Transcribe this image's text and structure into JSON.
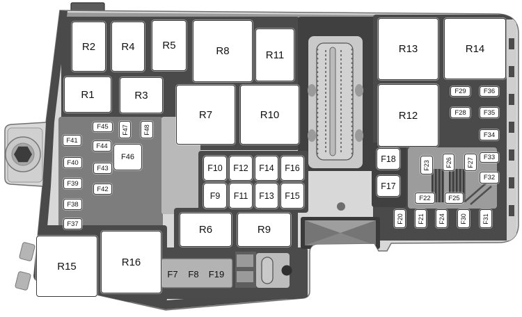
{
  "diagram_type": "fuse-box-diagram",
  "colors": {
    "body": "#d8d8d8",
    "recess": "#4a4a4a",
    "panel_light": "#b9b9b9",
    "box_fill": "#ffffff",
    "box_border": "#3a3a3a",
    "text": "#111111",
    "background": "#ffffff"
  },
  "labels": {
    "R1": "R1",
    "R2": "R2",
    "R3": "R3",
    "R4": "R4",
    "R5": "R5",
    "R6": "R6",
    "R7": "R7",
    "R8": "R8",
    "R9": "R9",
    "R10": "R10",
    "R11": "R11",
    "R12": "R12",
    "R13": "R13",
    "R14": "R14",
    "R15": "R15",
    "R16": "R16",
    "F7": "F7",
    "F8": "F8",
    "F9": "F9",
    "F10": "F10",
    "F11": "F11",
    "F12": "F12",
    "F13": "F13",
    "F14": "F14",
    "F15": "F15",
    "F16": "F16",
    "F17": "F17",
    "F18": "F18",
    "F19": "F19",
    "F20": "F20",
    "F21": "F21",
    "F22": "F22",
    "F23": "F23",
    "F24": "F24",
    "F25": "F25",
    "F26": "F26",
    "F27": "F27",
    "F28": "F28",
    "F29": "F29",
    "F30": "F30",
    "F31": "F31",
    "F32": "F32",
    "F33": "F33",
    "F34": "F34",
    "F35": "F35",
    "F36": "F36",
    "F37": "F37",
    "F38": "F38",
    "F39": "F39",
    "F40": "F40",
    "F41": "F41",
    "F42": "F42",
    "F43": "F43",
    "F44": "F44",
    "F45": "F45",
    "F46": "F46",
    "F47": "F47",
    "F48": "F48"
  }
}
